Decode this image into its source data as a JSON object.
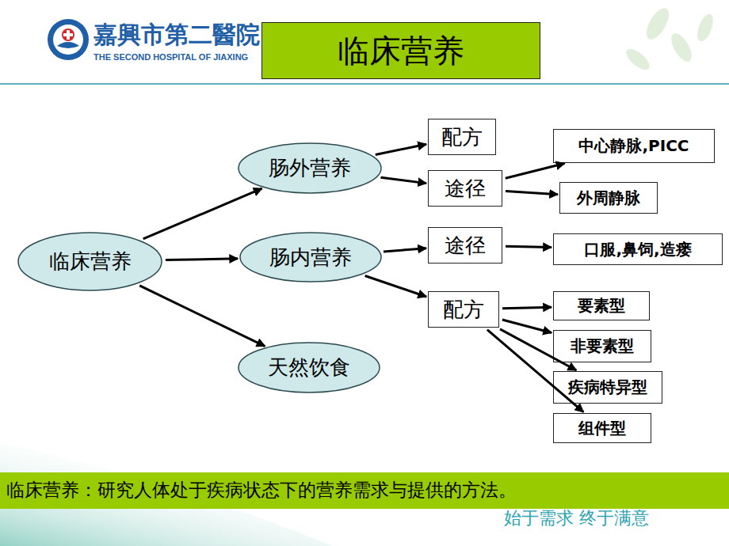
{
  "diagram": {
    "title": "临床营养",
    "caption": "临床营养：研究人体处于疾病状态下的营养需求与提供的方法。",
    "nodes": [
      {
        "text": [
          "临床营养"
        ]
      },
      {
        "text": [
          "肠外营养"
        ]
      },
      {
        "text": [
          "肠内营养"
        ]
      },
      {
        "text": [
          "天然饮食"
        ]
      },
      {
        "text": [
          "配方"
        ]
      },
      {
        "text": [
          "途径"
        ]
      },
      {
        "text": [
          "中心静脉,PICC"
        ]
      },
      {
        "text": [
          "外周静脉"
        ]
      },
      {
        "text": [
          "途径"
        ]
      },
      {
        "text": [
          "口服,鼻饲,造瘘"
        ]
      },
      {
        "text": [
          "配方"
        ]
      },
      {
        "text": [
          "要素型"
        ]
      },
      {
        "text": [
          "非要素型"
        ]
      },
      {
        "text": [
          "疾病特异型"
        ]
      },
      {
        "text": [
          "组件型"
        ]
      }
    ],
    "edges": [
      {
        "from": 0,
        "to": 1,
        "arrow": "to"
      },
      {
        "from": 0,
        "to": 2,
        "arrow": "to"
      },
      {
        "from": 0,
        "to": 3,
        "arrow": "to"
      },
      {
        "from": 1,
        "to": 4,
        "arrow": "to"
      },
      {
        "from": 1,
        "to": 5,
        "arrow": "to"
      },
      {
        "from": 5,
        "to": 6,
        "arrow": "to"
      },
      {
        "from": 5,
        "to": 7,
        "arrow": "to"
      },
      {
        "from": 2,
        "to": 8,
        "arrow": "to"
      },
      {
        "from": 8,
        "to": 9,
        "arrow": "to"
      },
      {
        "from": 2,
        "to": 10,
        "arrow": "to"
      },
      {
        "from": 10,
        "to": 11,
        "arrow": "to"
      },
      {
        "from": 10,
        "to": 12,
        "arrow": "to"
      },
      {
        "from": 10,
        "to": 13,
        "arrow": "to"
      },
      {
        "from": 10,
        "to": 14,
        "arrow": "to"
      }
    ],
    "labels": [
      "嘉興市第二醫院",
      "THE SECOND HOSPITAL OF JIAXING",
      "始于需求 终于满意"
    ]
  }
}
